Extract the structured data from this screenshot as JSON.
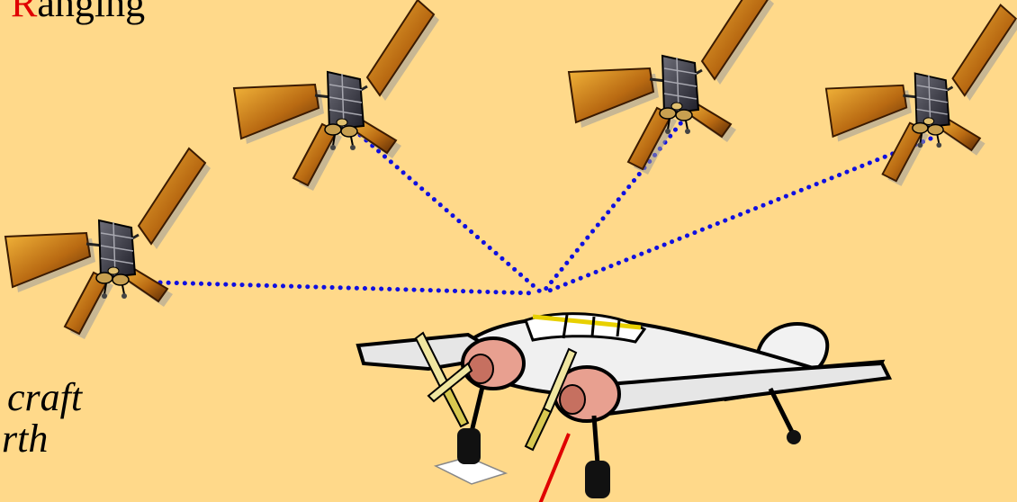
{
  "title": {
    "initial": "R",
    "rest": "anging"
  },
  "caption": {
    "line1": "craft",
    "line2": "rth"
  },
  "colors": {
    "background": "#FFD98A",
    "initial": "#E00000",
    "dotted_line": "#1010E0",
    "red_line": "#E00000"
  },
  "icons": [
    "satellite-icon",
    "airplane-icon"
  ]
}
